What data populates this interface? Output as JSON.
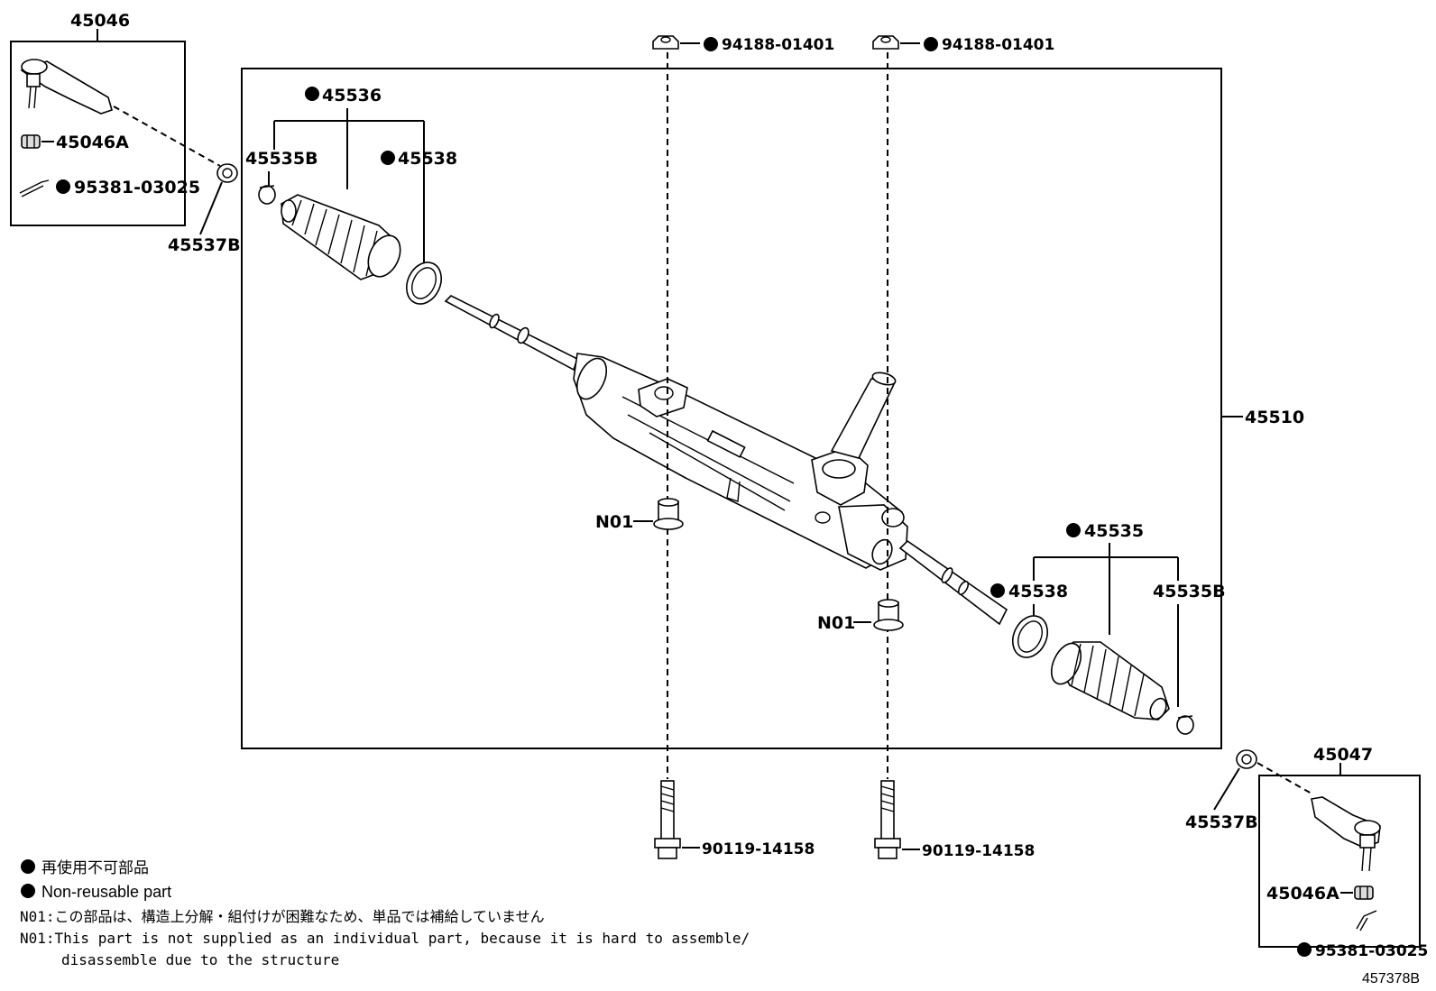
{
  "labels": {
    "tie_rod_end_lh": "45046",
    "lock_nut_lh": "45046A",
    "cotter_pin_lh": "95381-03025",
    "clip_lh": "45537B",
    "boot_kit_lh": "45536",
    "boot_clamp_small_lh": "45535B",
    "boot_clamp_large_lh": "45538",
    "bolt_nut_left": "94188-01401",
    "bolt_nut_right": "94188-01401",
    "gear_assy": "45510",
    "bushing_left": "N01",
    "bushing_right": "N01",
    "boot_kit_rh": "45535",
    "boot_clamp_large_rh": "45538",
    "boot_clamp_small_rh": "45535B",
    "clip_rh": "45537B",
    "tie_rod_end_rh": "45047",
    "lock_nut_rh": "45046A",
    "cotter_pin_rh": "95381-03025",
    "bolt_left": "90119-14158",
    "bolt_right": "90119-14158"
  },
  "legend": {
    "jp": "再使用不可部品",
    "en": "Non-reusable part"
  },
  "notes": {
    "n01_jp": "N01:この部品は、構造上分解・組付けが困難なため、単品では補給していません",
    "n01_en_1": "N01:This part is not supplied as an individual part, because it is hard to assemble/",
    "n01_en_2": "disassemble due to the structure"
  },
  "figure_id": "457378B"
}
